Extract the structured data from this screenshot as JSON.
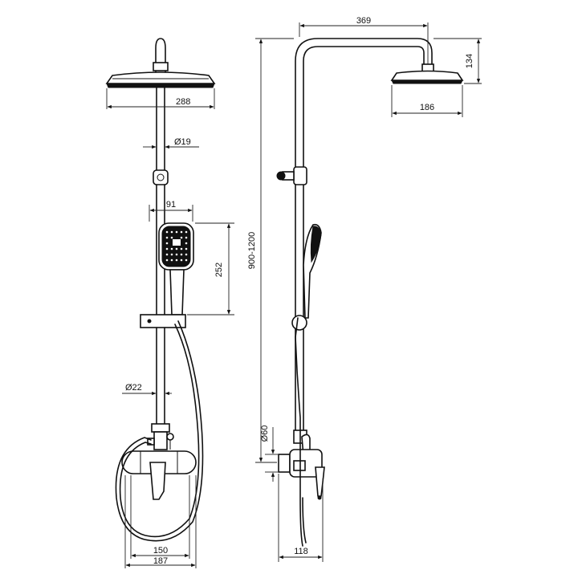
{
  "dimensions": {
    "head_width": "288",
    "pipe_diameter": "Ø19",
    "hand_shower_width": "91",
    "hand_shower_height": "252",
    "riser_diameter": "Ø22",
    "center_distance": "150",
    "mixer_width": "187",
    "arm_length": "369",
    "head_height": "134",
    "head_projection": "186",
    "total_height": "900-1200",
    "eccentric_diameter": "Ø60",
    "wall_depth": "118"
  }
}
